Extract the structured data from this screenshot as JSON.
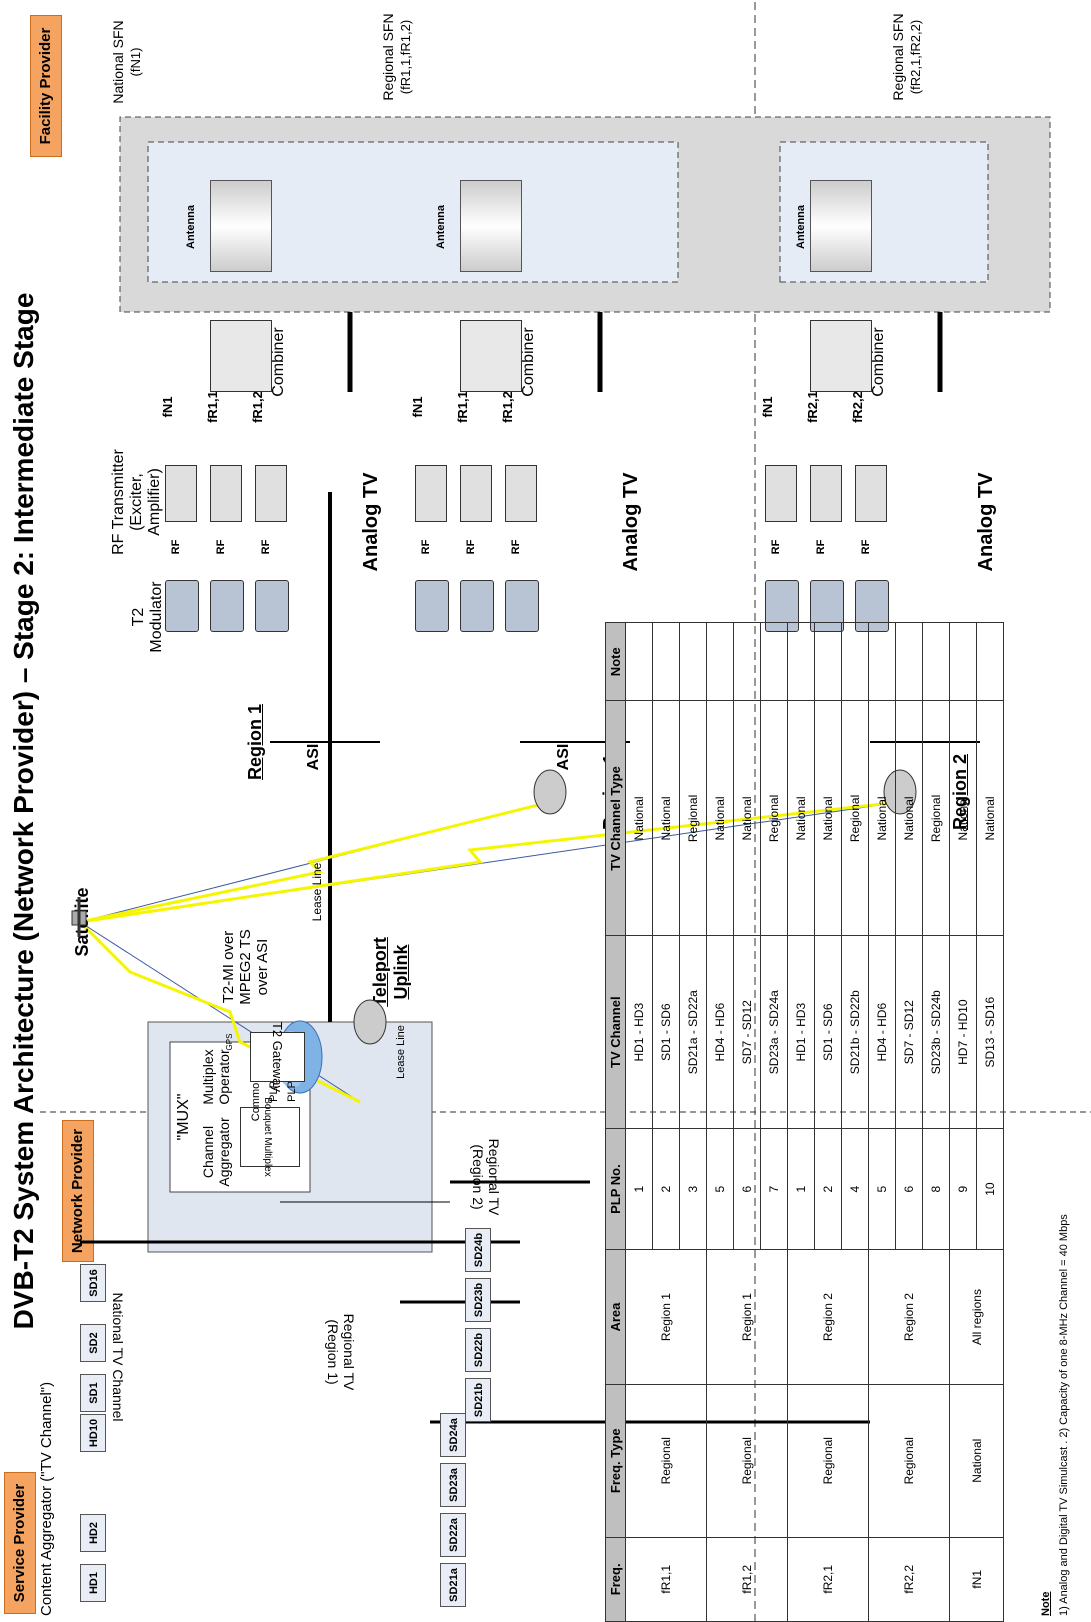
{
  "title": "DVB-T2 System Architecture (Network Provider) – Stage 2: Intermediate Stage",
  "providers": {
    "service": "Service Provider",
    "network": "Network Provider",
    "facility": "Facility Provider"
  },
  "service_side": {
    "content_aggregator": "Content Aggregator (\"TV Channel\")",
    "national_bus": "National TV Channel",
    "national_channels": [
      "HD1",
      "HD2",
      "HD10",
      "SD1",
      "SD2",
      "SD16"
    ],
    "regional1_bus": "Regional TV (Region 1)",
    "regional1_channels": [
      "SD21a",
      "SD22a",
      "SD23a",
      "SD24a"
    ],
    "regional2_bus": "Regional TV (Region 2)",
    "regional2_channels": [
      "SD21b",
      "SD22b",
      "SD23b",
      "SD24b"
    ]
  },
  "network_side": {
    "mux": "\"MUX\"",
    "channel_aggregator": "Channel Aggregator",
    "bouquet": "Bouquet Multiplex",
    "plps": [
      "Common PLP",
      "PLP 1",
      "PLP 2"
    ],
    "multiplex_operator": "Multiplex Operator",
    "gateway": "T2 Gateway",
    "gps": "GPS",
    "lease_line_short": "Lease Line",
    "transport": "T2-MI over MPEG2 TS over ASI",
    "teleport": "Teleport Uplink",
    "satellite": "Satellite",
    "lease_line": "Lease Line"
  },
  "headers": {
    "t2_modulator": "T2 Modulator",
    "rf": "RF",
    "rf_transmitter": "RF Transmitter (Exciter, Amplifier)",
    "combiner": "Combiner",
    "antenna": "Antenna",
    "analog_tv": "Analog TV",
    "asi": "ASI"
  },
  "regions": [
    {
      "label": "Region 1",
      "freqs": [
        "fN1",
        "fR1,1",
        "fR1,2"
      ],
      "sfn": "National SFN",
      "sfn_freq": "(fN1)"
    },
    {
      "label": "Region 1",
      "freqs": [
        "fN1",
        "fR1,1",
        "fR1,2"
      ],
      "sfn": "Regional SFN",
      "sfn_freq": "(fR1,1,fR1,2)"
    },
    {
      "label": "Region 2",
      "freqs": [
        "fN1",
        "fR2,1",
        "fR2,2"
      ],
      "sfn": "Regional SFN",
      "sfn_freq": "(fR2,1,fR2,2)"
    }
  ],
  "table": {
    "headers": [
      "Freq.",
      "Freq. Type",
      "Area",
      "PLP No.",
      "TV Channel",
      "TV Channel Type",
      "Note"
    ],
    "groups": [
      {
        "freq": "fR1,1",
        "type": "Regional",
        "area": "Region 1",
        "rows": [
          [
            "1",
            "HD1 - HD3",
            "National"
          ],
          [
            "2",
            "SD1 - SD6",
            "National"
          ],
          [
            "3",
            "SD21a - SD22a",
            "Regional"
          ]
        ]
      },
      {
        "freq": "fR1,2",
        "type": "Regional",
        "area": "Region 1",
        "rows": [
          [
            "5",
            "HD4 - HD6",
            "National"
          ],
          [
            "6",
            "SD7 - SD12",
            "National"
          ],
          [
            "7",
            "SD23a - SD24a",
            "Regional"
          ]
        ]
      },
      {
        "freq": "fR2,1",
        "type": "Regional",
        "area": "Region 2",
        "rows": [
          [
            "1",
            "HD1 - HD3",
            "National"
          ],
          [
            "2",
            "SD1 - SD6",
            "National"
          ],
          [
            "4",
            "SD21b - SD22b",
            "Regional"
          ]
        ]
      },
      {
        "freq": "fR2,2",
        "type": "Regional",
        "area": "Region 2",
        "rows": [
          [
            "5",
            "HD4 - HD6",
            "National"
          ],
          [
            "6",
            "SD7 - SD12",
            "National"
          ],
          [
            "8",
            "SD23b - SD24b",
            "Regional"
          ]
        ]
      },
      {
        "freq": "fN1",
        "type": "National",
        "area": "All regions",
        "rows": [
          [
            "9",
            "HD7 - HD10",
            "National"
          ],
          [
            "10",
            "SD13 - SD16",
            "National"
          ]
        ]
      }
    ]
  },
  "note": {
    "heading": "Note",
    "text": "1) Analog and Digital TV Simulcast . 2) Capacity of one 8-MHz Channel = 40 Mbps"
  },
  "colors": {
    "orange": "#f4a460",
    "network_bg": "#dfe6f0",
    "facility_bg": "#d9d9d9",
    "lightning": "#f5f500",
    "cloud": "#7fb2e5"
  }
}
